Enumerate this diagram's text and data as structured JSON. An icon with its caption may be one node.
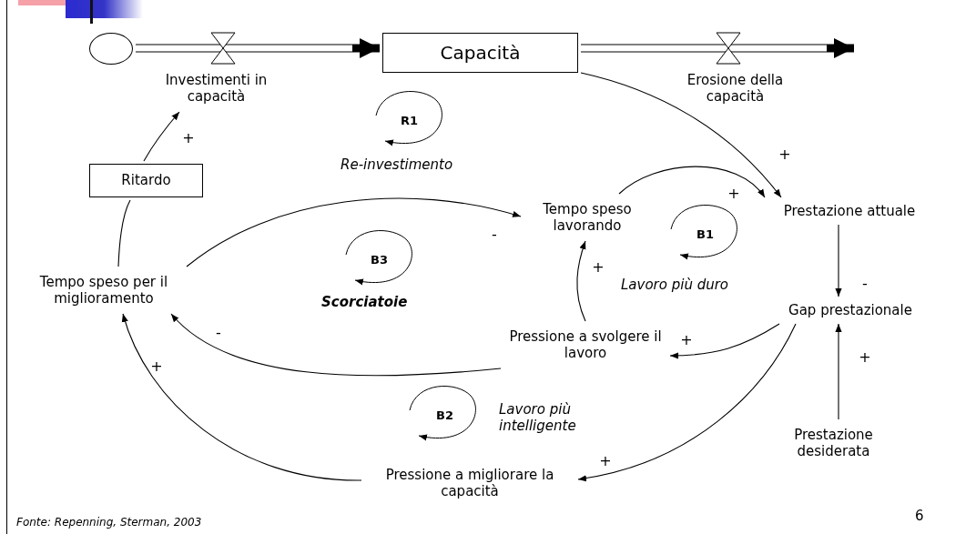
{
  "diagram": {
    "nodes": [
      {
        "text": [],
        "shape": "circle"
      },
      {
        "text": [
          "Investimenti in capacità"
        ]
      },
      {
        "text": [
          "Capacità"
        ]
      },
      {
        "text": [
          "Erosione della capacità"
        ]
      },
      {
        "text": [
          "Ritardo"
        ]
      },
      {
        "text": [
          "Tempo speso per il miglioramento"
        ]
      },
      {
        "text": [
          "Tempo speso lavorando"
        ]
      },
      {
        "text": [
          "Prestazione attuale"
        ]
      },
      {
        "text": [
          "Gap prestazionale"
        ]
      },
      {
        "text": [
          "Pressione a svolgere il lavoro"
        ]
      },
      {
        "text": [
          "Prestazione desiderata"
        ]
      },
      {
        "text": [
          "Pressione a migliorare la capacità"
        ]
      }
    ],
    "edges": [
      {
        "from": 0,
        "to": 2,
        "arrow": "to",
        "style": "thick"
      },
      {
        "from": 2,
        "to": null,
        "arrow": "to",
        "style": "thick"
      },
      {
        "from": 4,
        "to": 1,
        "arrow": "to",
        "label": "+"
      },
      {
        "from": 5,
        "to": 4,
        "arrow": "none"
      },
      {
        "from": 2,
        "to": 7,
        "arrow": "to",
        "label": "+"
      },
      {
        "from": 5,
        "to": 6,
        "arrow": "to",
        "label": "-"
      },
      {
        "from": 6,
        "to": 7,
        "arrow": "to",
        "label": "+"
      },
      {
        "from": 7,
        "to": 8,
        "arrow": "to",
        "label": "-"
      },
      {
        "from": 9,
        "to": 6,
        "arrow": "to",
        "label": "+"
      },
      {
        "from": 8,
        "to": 9,
        "arrow": "to",
        "label": "+"
      },
      {
        "from": 9,
        "to": 5,
        "arrow": "to",
        "label": "-"
      },
      {
        "from": 8,
        "to": 11,
        "arrow": "to",
        "label": "+"
      },
      {
        "from": 11,
        "to": 5,
        "arrow": "to",
        "label": "+"
      },
      {
        "from": 10,
        "to": 8,
        "arrow": "to",
        "label": "+"
      }
    ],
    "labels": [
      "R1",
      "Re-investimento",
      "B3",
      "Scorciatoie",
      "B1",
      "Lavoro più duro",
      "B2",
      "Lavoro più intelligente",
      "Fonte: Repenning, Sterman, 2003",
      "6"
    ]
  }
}
